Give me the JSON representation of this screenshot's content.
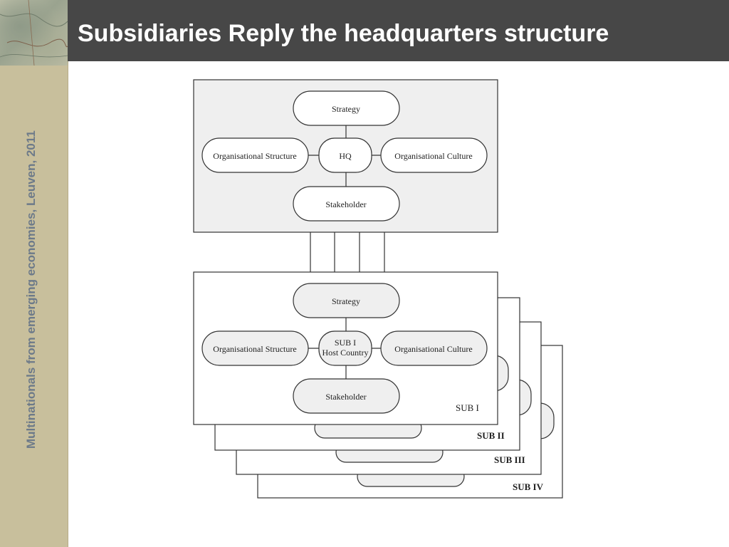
{
  "slide": {
    "title": "Subsidiaries Reply the headquarters structure",
    "sidebar_text": "Multinationals from emerging economies, Leuven, 2011"
  },
  "hq": {
    "strategy": "Strategy",
    "structure": "Organisational Structure",
    "center": "HQ",
    "culture": "Organisational Culture",
    "stakeholder": "Stakeholder"
  },
  "sub": {
    "strategy": "Strategy",
    "structure": "Organisational Structure",
    "center_line1": "SUB I",
    "center_line2": "Host Country",
    "culture": "Organisational Culture",
    "stakeholder": "Stakeholder"
  },
  "sub_labels": [
    "SUB I",
    "SUB II",
    "SUB III",
    "SUB IV"
  ],
  "colors": {
    "title_bar": "#474747",
    "sidebar": "#c8bf9c",
    "sidebar_text": "#6d7a89",
    "hq_panel": "#efefef",
    "sub_node": "#efefef"
  }
}
